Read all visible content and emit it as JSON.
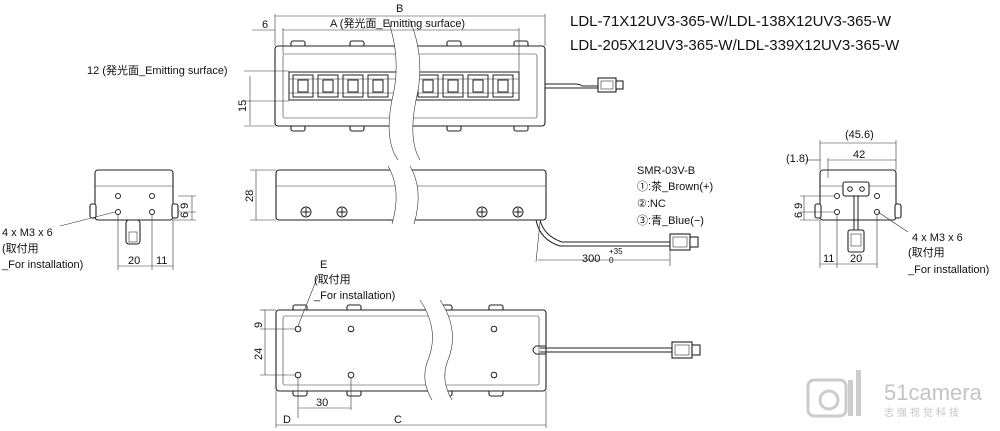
{
  "title": {
    "line1": "LDL-71X12UV3-365-W/LDL-138X12UV3-365-W",
    "line2": "LDL-205X12UV3-365-W/LDL-339X12UV3-365-W"
  },
  "dims": {
    "top_6": "6",
    "top_a": "A (発光面_Emitting surface)",
    "top_b": "B",
    "emit_12": "12 (発光面_Emitting surface)",
    "h15": "15",
    "h28": "28",
    "left_69": "6 9",
    "left_20": "20",
    "left_11": "11",
    "bot_9": "9",
    "bot_24": "24",
    "bot_30": "30",
    "bot_d": "D",
    "bot_c": "C",
    "cable_300": "300",
    "tol_plus": "+35",
    "tol_zero": "0",
    "right_456": "(45.6)",
    "right_18": "(1.8)",
    "right_42": "42",
    "right_69": "6 9",
    "right_11": "11",
    "right_20": "20"
  },
  "notes": {
    "left_m3": "4 x M3 x 6",
    "left_jp": "(取付用",
    "left_en": "_For installation)",
    "e_label": "E",
    "e_jp": "(取付用",
    "e_en": "_For installation)",
    "right_m3": "4 x M3 x 6",
    "right_jp": "(取付用",
    "right_en": "_For installation)"
  },
  "connector": {
    "model": "SMR-03V-B",
    "pin1": "①:茶_Brown(+)",
    "pin2": "②:NC",
    "pin3": "③:青_Blue(−)"
  },
  "watermark": {
    "brand": "51camera",
    "sub": "志强视觉科技"
  }
}
